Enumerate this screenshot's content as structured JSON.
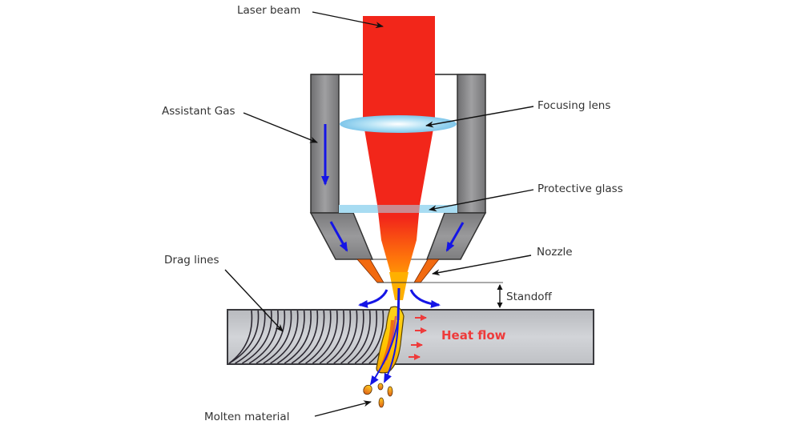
{
  "title": "Laser cutting process diagram",
  "labels": {
    "laser_beam": "Laser beam",
    "assistant_gas": "Assistant Gas",
    "focusing_lens": "Focusing lens",
    "protective_glass": "Protective glass",
    "nozzle": "Nozzle",
    "standoff": "Standoff",
    "drag_lines": "Drag lines",
    "heat_flow": "Heat flow",
    "molten_material": "Molten material"
  },
  "colors": {
    "laser_red": "#f2261a",
    "laser_orange": "#ff8a00",
    "laser_yellow": "#ffd21a",
    "nozzle_gray": "#8a8a8c",
    "nozzle_tip_orange": "#f26a10",
    "gas_arrow_blue": "#1515e6",
    "lens_blue": "#a8dcf2",
    "workpiece_gray": "#c6c8cc",
    "heat_red": "#ee3b3b",
    "label_text": "#333333"
  }
}
